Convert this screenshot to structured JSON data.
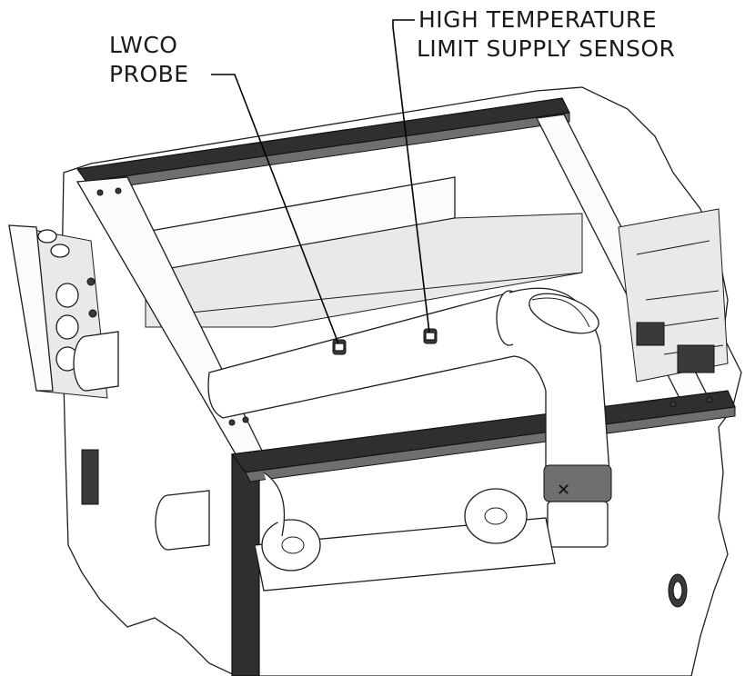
{
  "callouts": {
    "lwco_line1": "LWCO",
    "lwco_line2": "PROBE",
    "high_temp_line1": "HIGH TEMPERATURE",
    "high_temp_line2": "LIMIT SUPPLY SENSOR"
  },
  "colors": {
    "frame": "#2f2f2f",
    "line": "#1c1c1c",
    "background": "#ffffff"
  }
}
